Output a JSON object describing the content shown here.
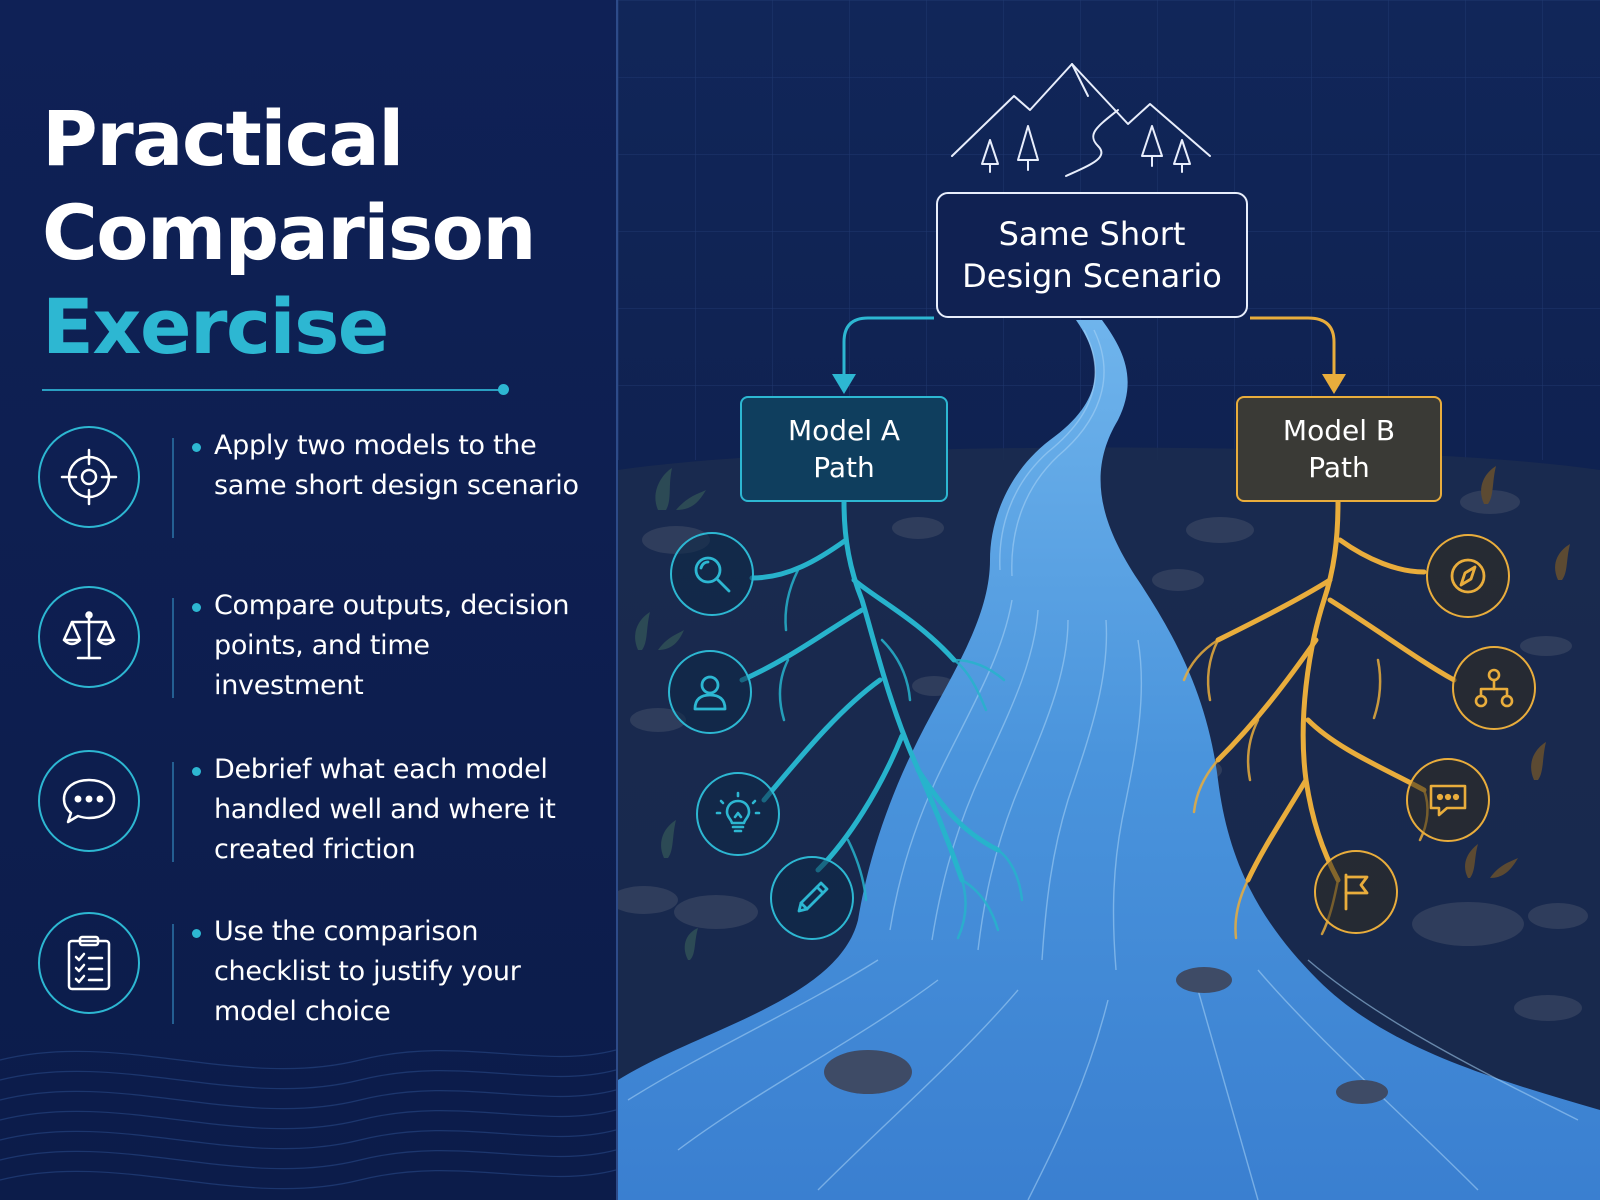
{
  "title": {
    "line1": "Practical",
    "line2": "Comparison",
    "line3": "Exercise"
  },
  "bullets": [
    {
      "icon": "target-icon",
      "text": "Apply two models to the same short design scenario"
    },
    {
      "icon": "scales-icon",
      "text": "Compare outputs, decision points, and time investment"
    },
    {
      "icon": "chat-bubble-icon",
      "text": "Debrief what each model handled well and where it created friction"
    },
    {
      "icon": "clipboard-checklist-icon",
      "text": "Use the comparison checklist to justify your model choice"
    }
  ],
  "diagram": {
    "scenario_label": "Same Short\nDesign Scenario",
    "model_a_label": "Model A\nPath",
    "model_b_label": "Model B\nPath",
    "model_a_icons": [
      "search-icon",
      "user-icon",
      "lightbulb-icon",
      "pencil-icon"
    ],
    "model_b_icons": [
      "compass-icon",
      "hierarchy-icon",
      "chat-bubble-icon",
      "flag-icon"
    ],
    "colors": {
      "model_a": "#2db7d2",
      "model_b": "#e9ad3c",
      "river": "#3f8fd8",
      "background": "#0e1f4d"
    }
  }
}
